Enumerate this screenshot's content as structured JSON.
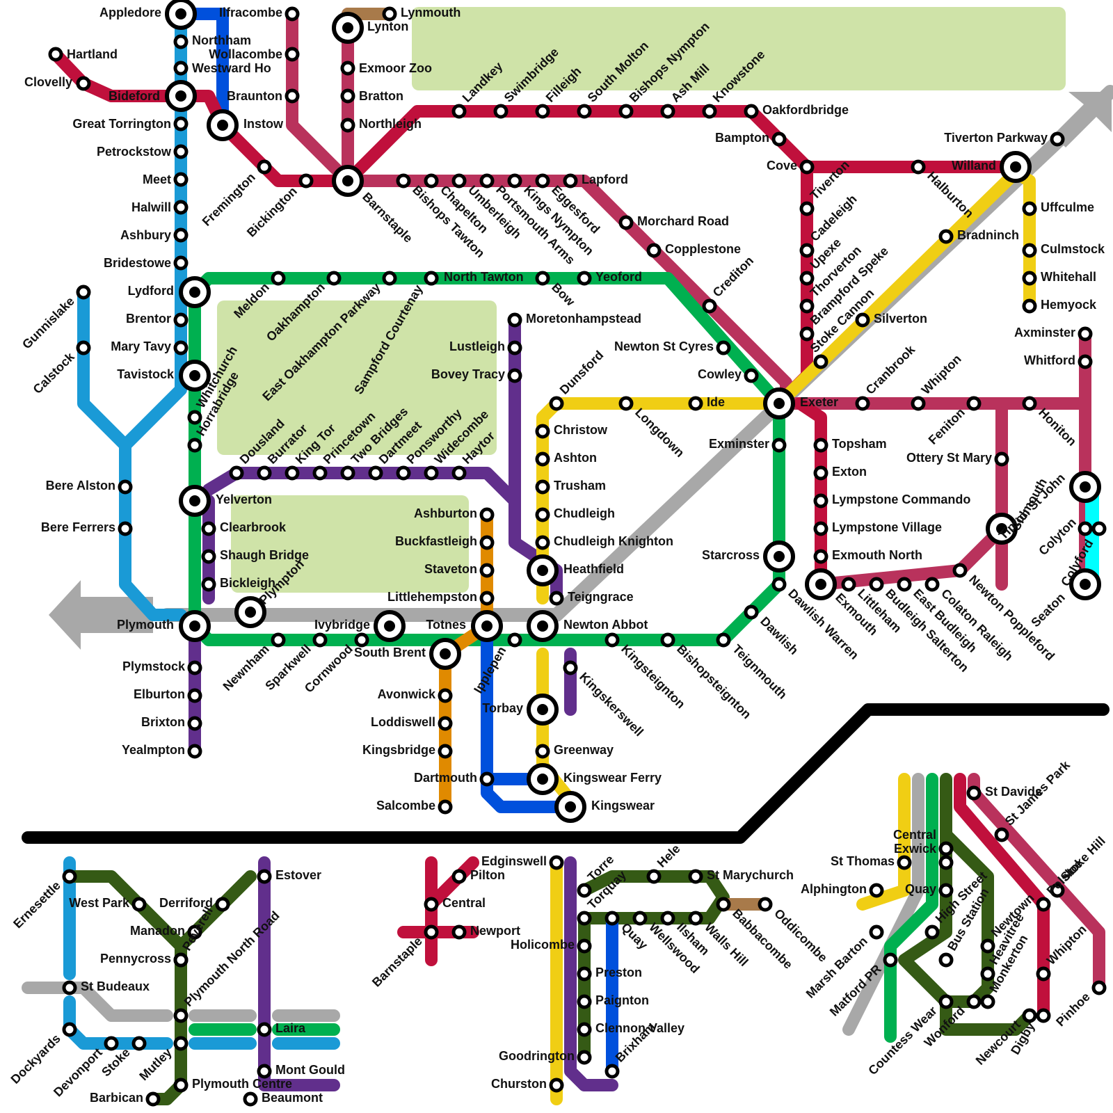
{
  "colors": {
    "north_devon_line": "#c0103c",
    "tarka_line": "#b9325c",
    "dartmoor_line": "#00b050",
    "tamar_valley_line": "#1a9ad6",
    "ilfracombe_line": "#0050dc",
    "moretonhampstead_line": "#612f8c",
    "teign_valley_line": "#f0ce14",
    "primrose_line": "#e08a00",
    "lynton_line": "#a87a4a",
    "main_line": "#a8a8a8",
    "urban_green_line": "#355a15",
    "seaton_tram": "#00ffff",
    "national_park": "#cfe3a8",
    "divider": "#000000"
  },
  "stations": [
    {
      "id": "appledore",
      "name": "Appledore"
    },
    {
      "id": "ilfracombe",
      "name": "Ilfracombe"
    },
    {
      "id": "lynmouth",
      "name": "Lynmouth"
    },
    {
      "id": "lynton",
      "name": "Lynton"
    },
    {
      "id": "hartland",
      "name": "Hartland"
    },
    {
      "id": "northham",
      "name": "Northham"
    },
    {
      "id": "wollacombe",
      "name": "Wollacombe"
    },
    {
      "id": "westward_ho",
      "name": "Westward Ho"
    },
    {
      "id": "exmoor_zoo",
      "name": "Exmoor Zoo"
    },
    {
      "id": "clovelly",
      "name": "Clovelly"
    },
    {
      "id": "bideford",
      "name": "Bideford"
    },
    {
      "id": "braunton",
      "name": "Braunton"
    },
    {
      "id": "bratton",
      "name": "Bratton"
    },
    {
      "id": "great_torrington",
      "name": "Great Torrington"
    },
    {
      "id": "instow",
      "name": "Instow"
    },
    {
      "id": "northleigh",
      "name": "Northleigh"
    },
    {
      "id": "landkey",
      "name": "Landkey"
    },
    {
      "id": "swimbridge",
      "name": "Swimbridge"
    },
    {
      "id": "filleigh",
      "name": "Filleigh"
    },
    {
      "id": "south_molton",
      "name": "South Molton"
    },
    {
      "id": "bishops_nympton",
      "name": "Bishops Nympton"
    },
    {
      "id": "ash_mill",
      "name": "Ash Mill"
    },
    {
      "id": "knowstone",
      "name": "Knowstone"
    },
    {
      "id": "oakfordbridge",
      "name": "Oakfordbridge"
    },
    {
      "id": "bampton",
      "name": "Bampton"
    },
    {
      "id": "petrockstow",
      "name": "Petrockstow"
    },
    {
      "id": "cove",
      "name": "Cove"
    },
    {
      "id": "tiverton_parkway",
      "name": "Tiverton Parkway"
    },
    {
      "id": "meet",
      "name": "Meet"
    },
    {
      "id": "fremington",
      "name": "Fremington"
    },
    {
      "id": "bickington",
      "name": "Bickington"
    },
    {
      "id": "barnstaple",
      "name": "Barnstaple"
    },
    {
      "id": "bishops_tawton",
      "name": "Bishops Tawton"
    },
    {
      "id": "chapelton",
      "name": "Chapelton"
    },
    {
      "id": "umberleigh",
      "name": "Umberleigh"
    },
    {
      "id": "portsmouth_arms",
      "name": "Portsmouth Arms"
    },
    {
      "id": "kings_nympton",
      "name": "Kings Nympton"
    },
    {
      "id": "eggesford",
      "name": "Eggesford"
    },
    {
      "id": "lapford",
      "name": "Lapford"
    },
    {
      "id": "tiverton",
      "name": "Tiverton"
    },
    {
      "id": "halburton",
      "name": "Halburton"
    },
    {
      "id": "willand",
      "name": "Willand"
    },
    {
      "id": "halwill",
      "name": "Halwill"
    },
    {
      "id": "uffculme",
      "name": "Uffculme"
    },
    {
      "id": "ashbury",
      "name": "Ashbury"
    },
    {
      "id": "cadeleigh",
      "name": "Cadeleigh"
    },
    {
      "id": "bradninch",
      "name": "Bradninch"
    },
    {
      "id": "morchard_road",
      "name": "Morchard Road"
    },
    {
      "id": "culmstock",
      "name": "Culmstock"
    },
    {
      "id": "bridestowe",
      "name": "Bridestowe"
    },
    {
      "id": "copplestone",
      "name": "Copplestone"
    },
    {
      "id": "upexe",
      "name": "Upexe"
    },
    {
      "id": "thorverton",
      "name": "Thorverton"
    },
    {
      "id": "brampford_speke",
      "name": "Brampford Speke"
    },
    {
      "id": "whitehall",
      "name": "Whitehall"
    },
    {
      "id": "meldon",
      "name": "Meldon"
    },
    {
      "id": "north_tawton",
      "name": "North Tawton"
    },
    {
      "id": "yeoford",
      "name": "Yeoford"
    },
    {
      "id": "lydford",
      "name": "Lydford"
    },
    {
      "id": "crediton",
      "name": "Crediton"
    },
    {
      "id": "stoke_cannon",
      "name": "Stoke Cannon"
    },
    {
      "id": "gunnislake",
      "name": "Gunnislake"
    },
    {
      "id": "oakhampton",
      "name": "Oakhampton"
    },
    {
      "id": "bow",
      "name": "Bow"
    },
    {
      "id": "hemyock",
      "name": "Hemyock"
    },
    {
      "id": "brentor",
      "name": "Brentor"
    },
    {
      "id": "moretonhampstead",
      "name": "Moretonhampstead"
    },
    {
      "id": "silverton",
      "name": "Silverton"
    },
    {
      "id": "axminster",
      "name": "Axminster"
    },
    {
      "id": "east_okehampton_parkway",
      "name": "East Oakhampton Parkway"
    },
    {
      "id": "sampford_courtenay",
      "name": "Sampford Courtenay"
    },
    {
      "id": "mary_tavy",
      "name": "Mary Tavy"
    },
    {
      "id": "lustleigh",
      "name": "Lustleigh"
    },
    {
      "id": "newton_st_cyres",
      "name": "Newton St Cyres"
    },
    {
      "id": "calstock",
      "name": "Calstock"
    },
    {
      "id": "cranbrook",
      "name": "Cranbrook"
    },
    {
      "id": "whitford",
      "name": "Whitford"
    },
    {
      "id": "tavistock",
      "name": "Tavistock"
    },
    {
      "id": "bovey_tracy",
      "name": "Bovey Tracy"
    },
    {
      "id": "cowley",
      "name": "Cowley"
    },
    {
      "id": "whitchurch",
      "name": "Whitchurch"
    },
    {
      "id": "dunsford",
      "name": "Dunsford"
    },
    {
      "id": "whipton",
      "name": "Whipton"
    },
    {
      "id": "exeter",
      "name": "Exeter"
    },
    {
      "id": "ide",
      "name": "Ide"
    },
    {
      "id": "horrabridge",
      "name": "Horrabridge"
    },
    {
      "id": "longdown",
      "name": "Longdown"
    },
    {
      "id": "feniton",
      "name": "Feniton"
    },
    {
      "id": "honiton",
      "name": "Honiton"
    },
    {
      "id": "christow",
      "name": "Christow"
    },
    {
      "id": "dousland",
      "name": "Dousland"
    },
    {
      "id": "burrator",
      "name": "Burrator"
    },
    {
      "id": "exminster",
      "name": "Exminster"
    },
    {
      "id": "topsham",
      "name": "Topsham"
    },
    {
      "id": "king_tor",
      "name": "King Tor"
    },
    {
      "id": "princetown",
      "name": "Princetown"
    },
    {
      "id": "two_bridges",
      "name": "Two Bridges"
    },
    {
      "id": "dartmeet",
      "name": "Dartmeet"
    },
    {
      "id": "ponsworthy",
      "name": "Ponsworthy"
    },
    {
      "id": "widecombe",
      "name": "Widecombe"
    },
    {
      "id": "haytor",
      "name": "Haytor"
    },
    {
      "id": "ashton",
      "name": "Ashton"
    },
    {
      "id": "ottery_st_mary",
      "name": "Ottery St Mary"
    },
    {
      "id": "tipton_st_john",
      "name": "Tipton St John"
    },
    {
      "id": "exton",
      "name": "Exton"
    },
    {
      "id": "bere_alston",
      "name": "Bere Alston"
    },
    {
      "id": "trusham",
      "name": "Trusham"
    },
    {
      "id": "yelverton",
      "name": "Yelverton"
    },
    {
      "id": "lympstone_commando",
      "name": "Lympstone Commando"
    },
    {
      "id": "ashburton",
      "name": "Ashburton"
    },
    {
      "id": "chudleigh",
      "name": "Chudleigh"
    },
    {
      "id": "colyton",
      "name": "Colyton"
    },
    {
      "id": "clearbrook",
      "name": "Clearbrook"
    },
    {
      "id": "bere_ferrers",
      "name": "Bere Ferrers"
    },
    {
      "id": "lympstone_village",
      "name": "Lympstone Village"
    },
    {
      "id": "buckfastleigh",
      "name": "Buckfastleigh"
    },
    {
      "id": "chudleigh_knighton",
      "name": "Chudleigh Knighton"
    },
    {
      "id": "sidmouth",
      "name": "Sidmouth"
    },
    {
      "id": "colyford",
      "name": "Colyford"
    },
    {
      "id": "shaugh_bridge",
      "name": "Shaugh Bridge"
    },
    {
      "id": "exmouth_north",
      "name": "Exmouth North"
    },
    {
      "id": "starcross",
      "name": "Starcross"
    },
    {
      "id": "staveton",
      "name": "Staveton"
    },
    {
      "id": "heathfield",
      "name": "Heathfield"
    },
    {
      "id": "newton_poppleford",
      "name": "Newton Poppleford"
    },
    {
      "id": "bickleigh",
      "name": "Bickleigh"
    },
    {
      "id": "plympton",
      "name": "Plympton"
    },
    {
      "id": "littlehempston",
      "name": "Littlehempston"
    },
    {
      "id": "teigngrace",
      "name": "Teigngrace"
    },
    {
      "id": "exmouth",
      "name": "Exmouth"
    },
    {
      "id": "littleham",
      "name": "Littleham"
    },
    {
      "id": "budleigh_salterton",
      "name": "Budleigh Salterton"
    },
    {
      "id": "east_budleigh",
      "name": "East Budleigh"
    },
    {
      "id": "colaton_raleigh",
      "name": "Colaton Raleigh"
    },
    {
      "id": "dawlish_warren",
      "name": "Dawlish Warren"
    },
    {
      "id": "seaton",
      "name": "Seaton"
    },
    {
      "id": "plymouth",
      "name": "Plymouth"
    },
    {
      "id": "ivybridge",
      "name": "Ivybridge"
    },
    {
      "id": "totnes",
      "name": "Totnes"
    },
    {
      "id": "newton_abbot",
      "name": "Newton Abbot"
    },
    {
      "id": "dawlish",
      "name": "Dawlish"
    },
    {
      "id": "newnham",
      "name": "Newnham"
    },
    {
      "id": "sparkwell",
      "name": "Sparkwell"
    },
    {
      "id": "cornwood",
      "name": "Cornwood"
    },
    {
      "id": "south_brent",
      "name": "South Brent"
    },
    {
      "id": "ipplepen",
      "name": "Ipplepen"
    },
    {
      "id": "kingsteignton",
      "name": "Kingsteignton"
    },
    {
      "id": "bishopsteignton",
      "name": "Bishopsteignton"
    },
    {
      "id": "teignmouth",
      "name": "Teignmouth"
    },
    {
      "id": "plymstock",
      "name": "Plymstock"
    },
    {
      "id": "kingskerswell",
      "name": "Kingskerswell"
    },
    {
      "id": "avonwick",
      "name": "Avonwick"
    },
    {
      "id": "elburton",
      "name": "Elburton"
    },
    {
      "id": "torbay",
      "name": "Torbay"
    },
    {
      "id": "brixton",
      "name": "Brixton"
    },
    {
      "id": "loddiswell",
      "name": "Loddiswell"
    },
    {
      "id": "yealmpton",
      "name": "Yealmpton"
    },
    {
      "id": "kingsbridge",
      "name": "Kingsbridge"
    },
    {
      "id": "greenway",
      "name": "Greenway"
    },
    {
      "id": "dartmouth",
      "name": "Dartmouth"
    },
    {
      "id": "kingswear_ferry",
      "name": "Kingswear Ferry"
    },
    {
      "id": "salcombe",
      "name": "Salcombe"
    },
    {
      "id": "kingswear",
      "name": "Kingswear"
    }
  ],
  "insets": {
    "plymouth": [
      {
        "id": "ernesettle",
        "name": "Ernesettle"
      },
      {
        "id": "west_park",
        "name": "West Park"
      },
      {
        "id": "derriford",
        "name": "Derriford"
      },
      {
        "id": "estover",
        "name": "Estover"
      },
      {
        "id": "manadon",
        "name": "Manadon"
      },
      {
        "id": "pennycross",
        "name": "Pennycross"
      },
      {
        "id": "peverell",
        "name": "Peverell"
      },
      {
        "id": "plymouth_north_road",
        "name": "Plymouth North Road"
      },
      {
        "id": "st_budeaux",
        "name": "St Budeaux"
      },
      {
        "id": "laira",
        "name": "Laira"
      },
      {
        "id": "dockyards",
        "name": "Dockyards"
      },
      {
        "id": "devonport",
        "name": "Devonport"
      },
      {
        "id": "stoke",
        "name": "Stoke"
      },
      {
        "id": "mutley",
        "name": "Mutley"
      },
      {
        "id": "mont_gould",
        "name": "Mont Gould"
      },
      {
        "id": "plymouth_centre",
        "name": "Plymouth Centre"
      },
      {
        "id": "barbican",
        "name": "Barbican"
      },
      {
        "id": "beaumont",
        "name": "Beaumont"
      }
    ],
    "barnstaple": [
      {
        "id": "pilton",
        "name": "Pilton"
      },
      {
        "id": "b_central",
        "name": "Central"
      },
      {
        "id": "newport",
        "name": "Newport"
      },
      {
        "id": "barnstaple_ins",
        "name": "Barnstaple"
      }
    ],
    "torbay": [
      {
        "id": "edginswell",
        "name": "Edginswell"
      },
      {
        "id": "torre",
        "name": "Torre"
      },
      {
        "id": "hele",
        "name": "Hele"
      },
      {
        "id": "st_marychurch",
        "name": "St Marychurch"
      },
      {
        "id": "torquay",
        "name": "Torquay"
      },
      {
        "id": "quay_t",
        "name": "Quay"
      },
      {
        "id": "wellswood",
        "name": "Wellswood"
      },
      {
        "id": "ilsham",
        "name": "Ilsham"
      },
      {
        "id": "walls_hill",
        "name": "Walls Hill"
      },
      {
        "id": "babbacombe",
        "name": "Babbacombe"
      },
      {
        "id": "oddicombe",
        "name": "Oddicombe"
      },
      {
        "id": "holicombe",
        "name": "Holicombe"
      },
      {
        "id": "preston",
        "name": "Preston"
      },
      {
        "id": "paignton",
        "name": "Paignton"
      },
      {
        "id": "clennon_valley",
        "name": "Clennon Valley"
      },
      {
        "id": "goodrington",
        "name": "Goodrington"
      },
      {
        "id": "brixham",
        "name": "Brixham"
      },
      {
        "id": "churston",
        "name": "Churston"
      }
    ],
    "exeter": [
      {
        "id": "st_davids",
        "name": "St Davids"
      },
      {
        "id": "st_james_park",
        "name": "St James Park"
      },
      {
        "id": "e_central",
        "name": "Central"
      },
      {
        "id": "exwick",
        "name": "Exwick"
      },
      {
        "id": "st_thomas",
        "name": "St Thomas"
      },
      {
        "id": "stoke_hill",
        "name": "Stoke Hill"
      },
      {
        "id": "alphington",
        "name": "Alphington"
      },
      {
        "id": "quay_e",
        "name": "Quay"
      },
      {
        "id": "polsloe",
        "name": "Polsloe"
      },
      {
        "id": "marsh_barton",
        "name": "Marsh Barton"
      },
      {
        "id": "high_street",
        "name": "High Street"
      },
      {
        "id": "newtown",
        "name": "Newtown"
      },
      {
        "id": "matford_pr",
        "name": "Matford PR"
      },
      {
        "id": "bus_station",
        "name": "Bus Station"
      },
      {
        "id": "heavitree",
        "name": "Heavitree"
      },
      {
        "id": "whipton_e",
        "name": "Whipton"
      },
      {
        "id": "monkerton",
        "name": "Monkerton"
      },
      {
        "id": "countess_wear",
        "name": "Countess Wear"
      },
      {
        "id": "wonford",
        "name": "Wonford"
      },
      {
        "id": "digby",
        "name": "Digby"
      },
      {
        "id": "pinhoe",
        "name": "Pinhoe"
      },
      {
        "id": "newcourt",
        "name": "Newcourt"
      }
    ]
  }
}
